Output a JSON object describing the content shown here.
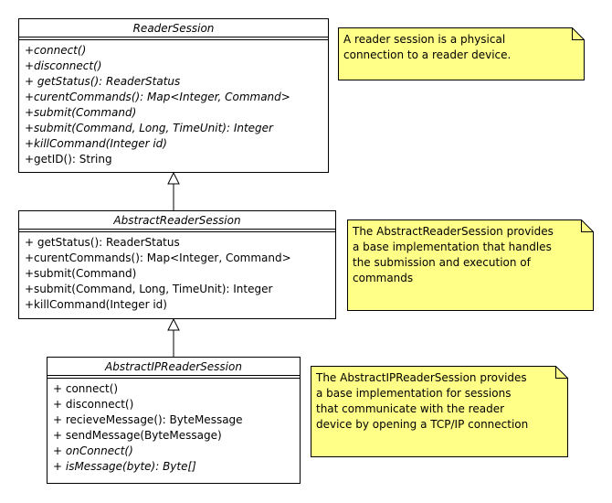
{
  "classes": [
    {
      "name": "ReaderSession",
      "operations": [
        {
          "text": "+connect()",
          "italic": true
        },
        {
          "text": "+disconnect()",
          "italic": true
        },
        {
          "text": "+ getStatus(): ReaderStatus",
          "italic": true
        },
        {
          "text": "+curentCommands(): Map<Integer, Command>",
          "italic": true
        },
        {
          "text": "+submit(Command)",
          "italic": true
        },
        {
          "text": "+submit(Command, Long, TimeUnit): Integer",
          "italic": true
        },
        {
          "text": "+killCommand(Integer id)",
          "italic": true
        },
        {
          "text": "+getID(): String",
          "italic": false
        }
      ]
    },
    {
      "name": "AbstractReaderSession",
      "operations": [
        {
          "text": "+ getStatus(): ReaderStatus",
          "italic": false
        },
        {
          "text": "+curentCommands(): Map<Integer, Command>",
          "italic": false
        },
        {
          "text": "+submit(Command)",
          "italic": false
        },
        {
          "text": "+submit(Command, Long, TimeUnit): Integer",
          "italic": false
        },
        {
          "text": "+killCommand(Integer id)",
          "italic": false
        }
      ]
    },
    {
      "name": "AbstractIPReaderSession",
      "operations": [
        {
          "text": "+ connect()",
          "italic": false
        },
        {
          "text": "+ disconnect()",
          "italic": false
        },
        {
          "text": "+ recieveMessage(): ByteMessage",
          "italic": false
        },
        {
          "text": "+ sendMessage(ByteMessage)",
          "italic": false
        },
        {
          "text": "+ onConnect()",
          "italic": true
        },
        {
          "text": "+ isMessage(byte): Byte[]",
          "italic": true
        }
      ]
    }
  ],
  "notes": [
    {
      "text": "A reader session is a physical\nconnection to a reader device."
    },
    {
      "text": "The AbstractReaderSession provides\na base implementation that handles\nthe submission and execution of\ncommands"
    },
    {
      "text": "The AbstractIPReaderSession provides\na base implementation for sessions\nthat communicate with the reader\ndevice by opening a TCP/IP connection"
    }
  ],
  "colors": {
    "note_fill": "#ffff88",
    "line": "#000000",
    "background": "#ffffff"
  }
}
